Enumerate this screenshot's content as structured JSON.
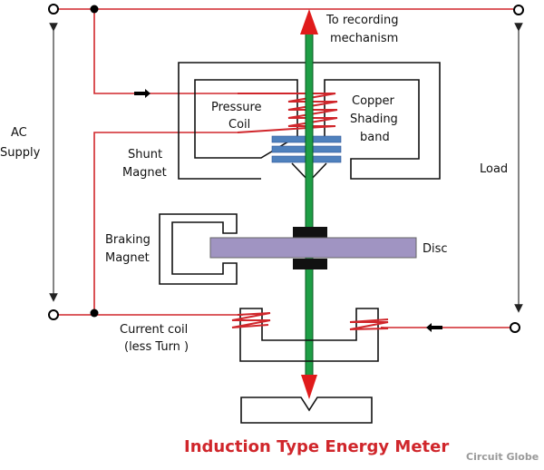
{
  "title": "Induction Type Energy Meter",
  "watermark": "Circuit Globe",
  "labels": {
    "recording_line1": "To recording",
    "recording_line2": "mechanism",
    "pressure_line1": "Pressure",
    "pressure_line2": "Coil",
    "copper_line1": "Copper",
    "copper_line2": "Shading",
    "copper_line3": "band",
    "ac_line1": "AC",
    "ac_line2": "Supply",
    "shunt_line1": "Shunt",
    "shunt_line2": "Magnet",
    "load": "Load",
    "braking_line1": "Braking",
    "braking_line2": "Magnet",
    "disc": "Disc",
    "current_line1": "Current coil",
    "current_line2": "(less Turn )"
  },
  "colors": {
    "wire": "#d0262b",
    "spindle": "#1e9e45",
    "arrowhead": "#e01b1b",
    "shading_band": "#4f81bd",
    "disc": "#a094c2",
    "magnet": "#111111",
    "title": "#d0262b"
  }
}
